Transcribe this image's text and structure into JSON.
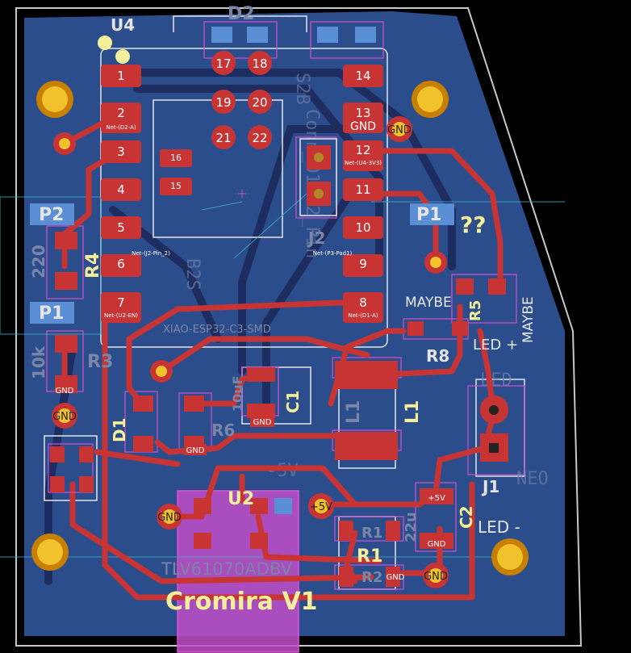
{
  "board": {
    "title": "Cromira V1",
    "module_ref": "U4",
    "module_value": "XIAO-ESP32-C3-SMD",
    "module_pin_labels": [
      "1",
      "2",
      "3",
      "4",
      "5",
      "6",
      "7",
      "8",
      "9",
      "10",
      "11",
      "12",
      "13",
      "14"
    ],
    "module_inner_pins": [
      "16",
      "15",
      "17",
      "18",
      "19",
      "20",
      "21",
      "22"
    ],
    "module_gnd_label": "GND",
    "pin_nets": {
      "p2": "Net-(D2-A)",
      "p6": "Net-(J2-Pin_2)",
      "p7": "Net-(U2-EN)",
      "p8": "Net-(D1-A)",
      "p9": "Net-(P3-Pad1)",
      "p12": "Net-(U4-3V3)"
    },
    "connector_refs": [
      "J1",
      "J2",
      "D2"
    ],
    "pads": [
      "P1",
      "P2",
      "P1"
    ],
    "net_gnd": "GND",
    "net_5v": "+5V",
    "questions": "??",
    "maybe_left": "MAYBE",
    "maybe_right": "MAYBE",
    "led_plus": "LED +",
    "led_minus": "LED -",
    "resistors": {
      "r1": "R1",
      "r2": "R2",
      "r3": "R3",
      "r4": "R4",
      "r5": "R5",
      "r6": "R6",
      "r8": "R8"
    },
    "values": {
      "v220": "220",
      "v10k": "10k",
      "v22u": "22u",
      "v10uf": "10uF"
    },
    "caps": {
      "c1": "C1",
      "c2": "C2"
    },
    "inductor": "L1",
    "inductor_silk": "L1",
    "regulator_ref": "U2",
    "regulator_value": "TLV61070ADBV",
    "diode": "D1",
    "ghost_text": [
      "S2B",
      "Conn_01x02_Pin",
      "XIAO-ESP32-C3-SMD",
      "B2S",
      "NEO",
      "LED",
      "-5V"
    ]
  }
}
